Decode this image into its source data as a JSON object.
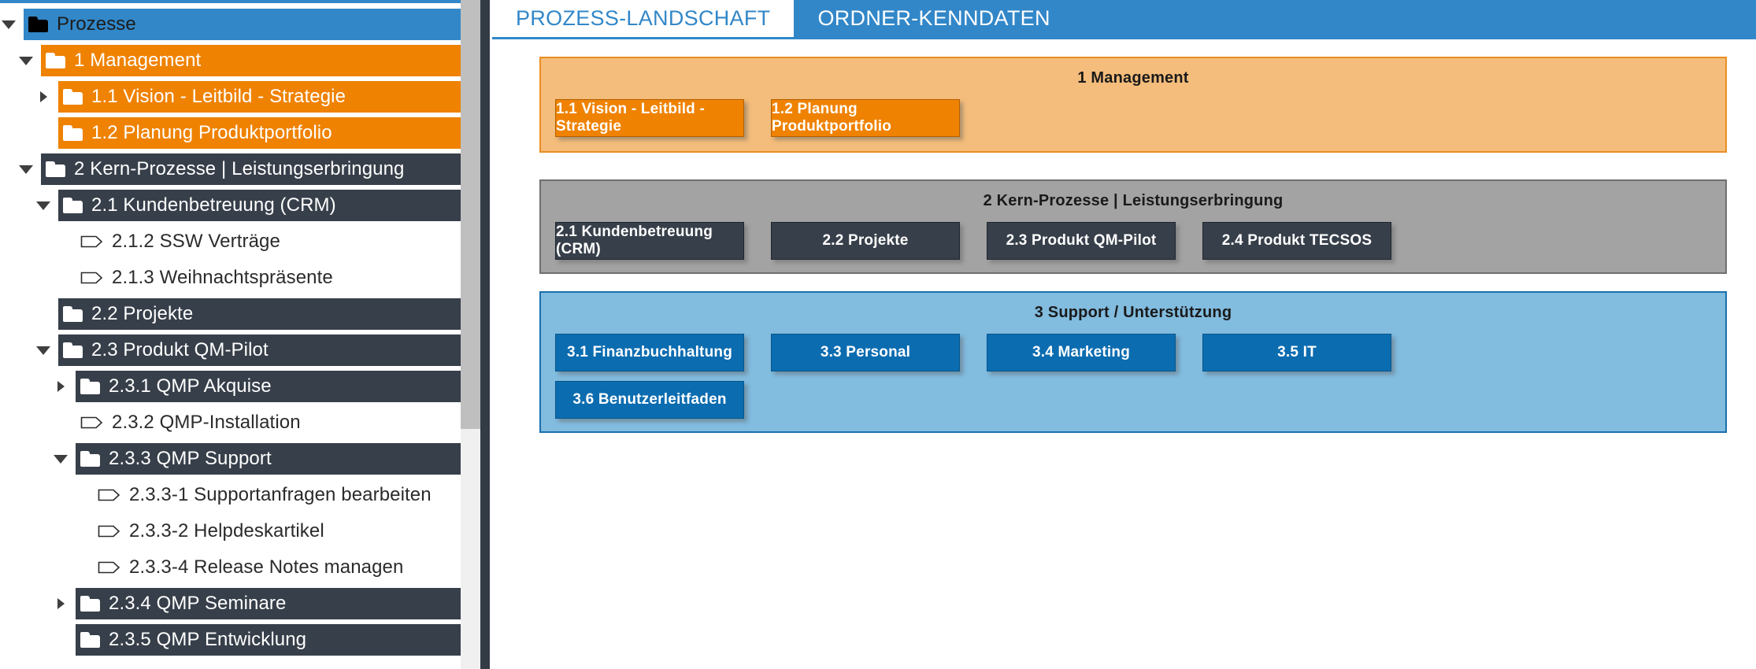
{
  "tree": {
    "root_label": "Prozesse",
    "items": [
      {
        "label": "Prozesse",
        "level": 0,
        "icon": "folder-icon-black",
        "toggle": "down",
        "band": "blue",
        "text": "dark"
      },
      {
        "label": "1 Management",
        "level": 1,
        "icon": "folder-icon",
        "toggle": "down",
        "band": "orange",
        "text": "light"
      },
      {
        "label": "1.1 Vision - Leitbild - Strategie",
        "level": 2,
        "icon": "folder-icon",
        "toggle": "right",
        "band": "orange",
        "text": "light"
      },
      {
        "label": "1.2 Planung Produktportfolio",
        "level": 2,
        "icon": "folder-icon",
        "toggle": "none",
        "band": "orange",
        "text": "light"
      },
      {
        "label": "2 Kern-Prozesse | Leistungserbringung",
        "level": 1,
        "icon": "folder-icon",
        "toggle": "down",
        "band": "dark",
        "text": "light"
      },
      {
        "label": "2.1 Kundenbetreuung (CRM)",
        "level": 2,
        "icon": "folder-icon",
        "toggle": "down",
        "band": "dark",
        "text": "light"
      },
      {
        "label": "2.1.2 SSW Verträge",
        "level": 3,
        "icon": "document-icon",
        "toggle": "none",
        "band": "none",
        "text": "plain"
      },
      {
        "label": "2.1.3 Weihnachtspräsente",
        "level": 3,
        "icon": "document-icon",
        "toggle": "none",
        "band": "none",
        "text": "plain"
      },
      {
        "label": "2.2 Projekte",
        "level": 2,
        "icon": "folder-icon",
        "toggle": "none",
        "band": "dark",
        "text": "light"
      },
      {
        "label": "2.3 Produkt QM-Pilot",
        "level": 2,
        "icon": "folder-icon",
        "toggle": "down",
        "band": "dark",
        "text": "light"
      },
      {
        "label": "2.3.1 QMP Akquise",
        "level": 3,
        "icon": "folder-icon",
        "toggle": "right",
        "band": "dark",
        "text": "light"
      },
      {
        "label": "2.3.2 QMP-Installation",
        "level": 3,
        "icon": "document-icon",
        "toggle": "none",
        "band": "none",
        "text": "plain"
      },
      {
        "label": "2.3.3 QMP Support",
        "level": 3,
        "icon": "folder-icon",
        "toggle": "down",
        "band": "dark",
        "text": "light"
      },
      {
        "label": "2.3.3-1 Supportanfragen bearbeiten",
        "level": 4,
        "icon": "document-icon",
        "toggle": "none",
        "band": "none",
        "text": "plain"
      },
      {
        "label": "2.3.3-2 Helpdeskartikel",
        "level": 4,
        "icon": "document-icon",
        "toggle": "none",
        "band": "none",
        "text": "plain"
      },
      {
        "label": "2.3.3-4 Release Notes managen",
        "level": 4,
        "icon": "document-icon",
        "toggle": "none",
        "band": "none",
        "text": "plain"
      },
      {
        "label": "2.3.4 QMP Seminare",
        "level": 3,
        "icon": "folder-icon",
        "toggle": "right",
        "band": "dark",
        "text": "light"
      },
      {
        "label": "2.3.5 QMP Entwicklung",
        "level": 3,
        "icon": "folder-icon",
        "toggle": "none",
        "band": "dark",
        "text": "light"
      }
    ]
  },
  "tabs": [
    {
      "label": "PROZESS-LANDSCHAFT",
      "active": true
    },
    {
      "label": "ORDNER-KENNDATEN",
      "active": false
    }
  ],
  "landscape": {
    "sections": [
      {
        "title": "1 Management",
        "style": "mgmt",
        "tiles": [
          {
            "label": "1.1 Vision - Leitbild - Strategie"
          },
          {
            "label": "1.2 Planung Produktportfolio"
          }
        ]
      },
      {
        "title": "2 Kern-Prozesse | Leistungserbringung",
        "style": "core",
        "tiles": [
          {
            "label": "2.1 Kundenbetreuung (CRM)"
          },
          {
            "label": "2.2 Projekte"
          },
          {
            "label": "2.3 Produkt QM-Pilot"
          },
          {
            "label": "2.4 Produkt TECSOS"
          }
        ]
      },
      {
        "title": "3 Support / Unterstützung",
        "style": "supp",
        "tiles": [
          {
            "label": "3.1 Finanzbuchhaltung"
          },
          {
            "label": "3.3 Personal"
          },
          {
            "label": "3.4 Marketing"
          },
          {
            "label": "3.5 IT"
          },
          {
            "label": "3.6 Benutzerleitfaden"
          }
        ]
      }
    ]
  },
  "colors": {
    "accent_blue": "#3287c8",
    "orange": "#ef8200",
    "orange_light": "#f4bd7b",
    "dark_slate": "#373f4a",
    "gray_panel": "#a3a3a3",
    "blue_tile": "#0b6cb0",
    "blue_panel_light": "#82bcdf"
  }
}
